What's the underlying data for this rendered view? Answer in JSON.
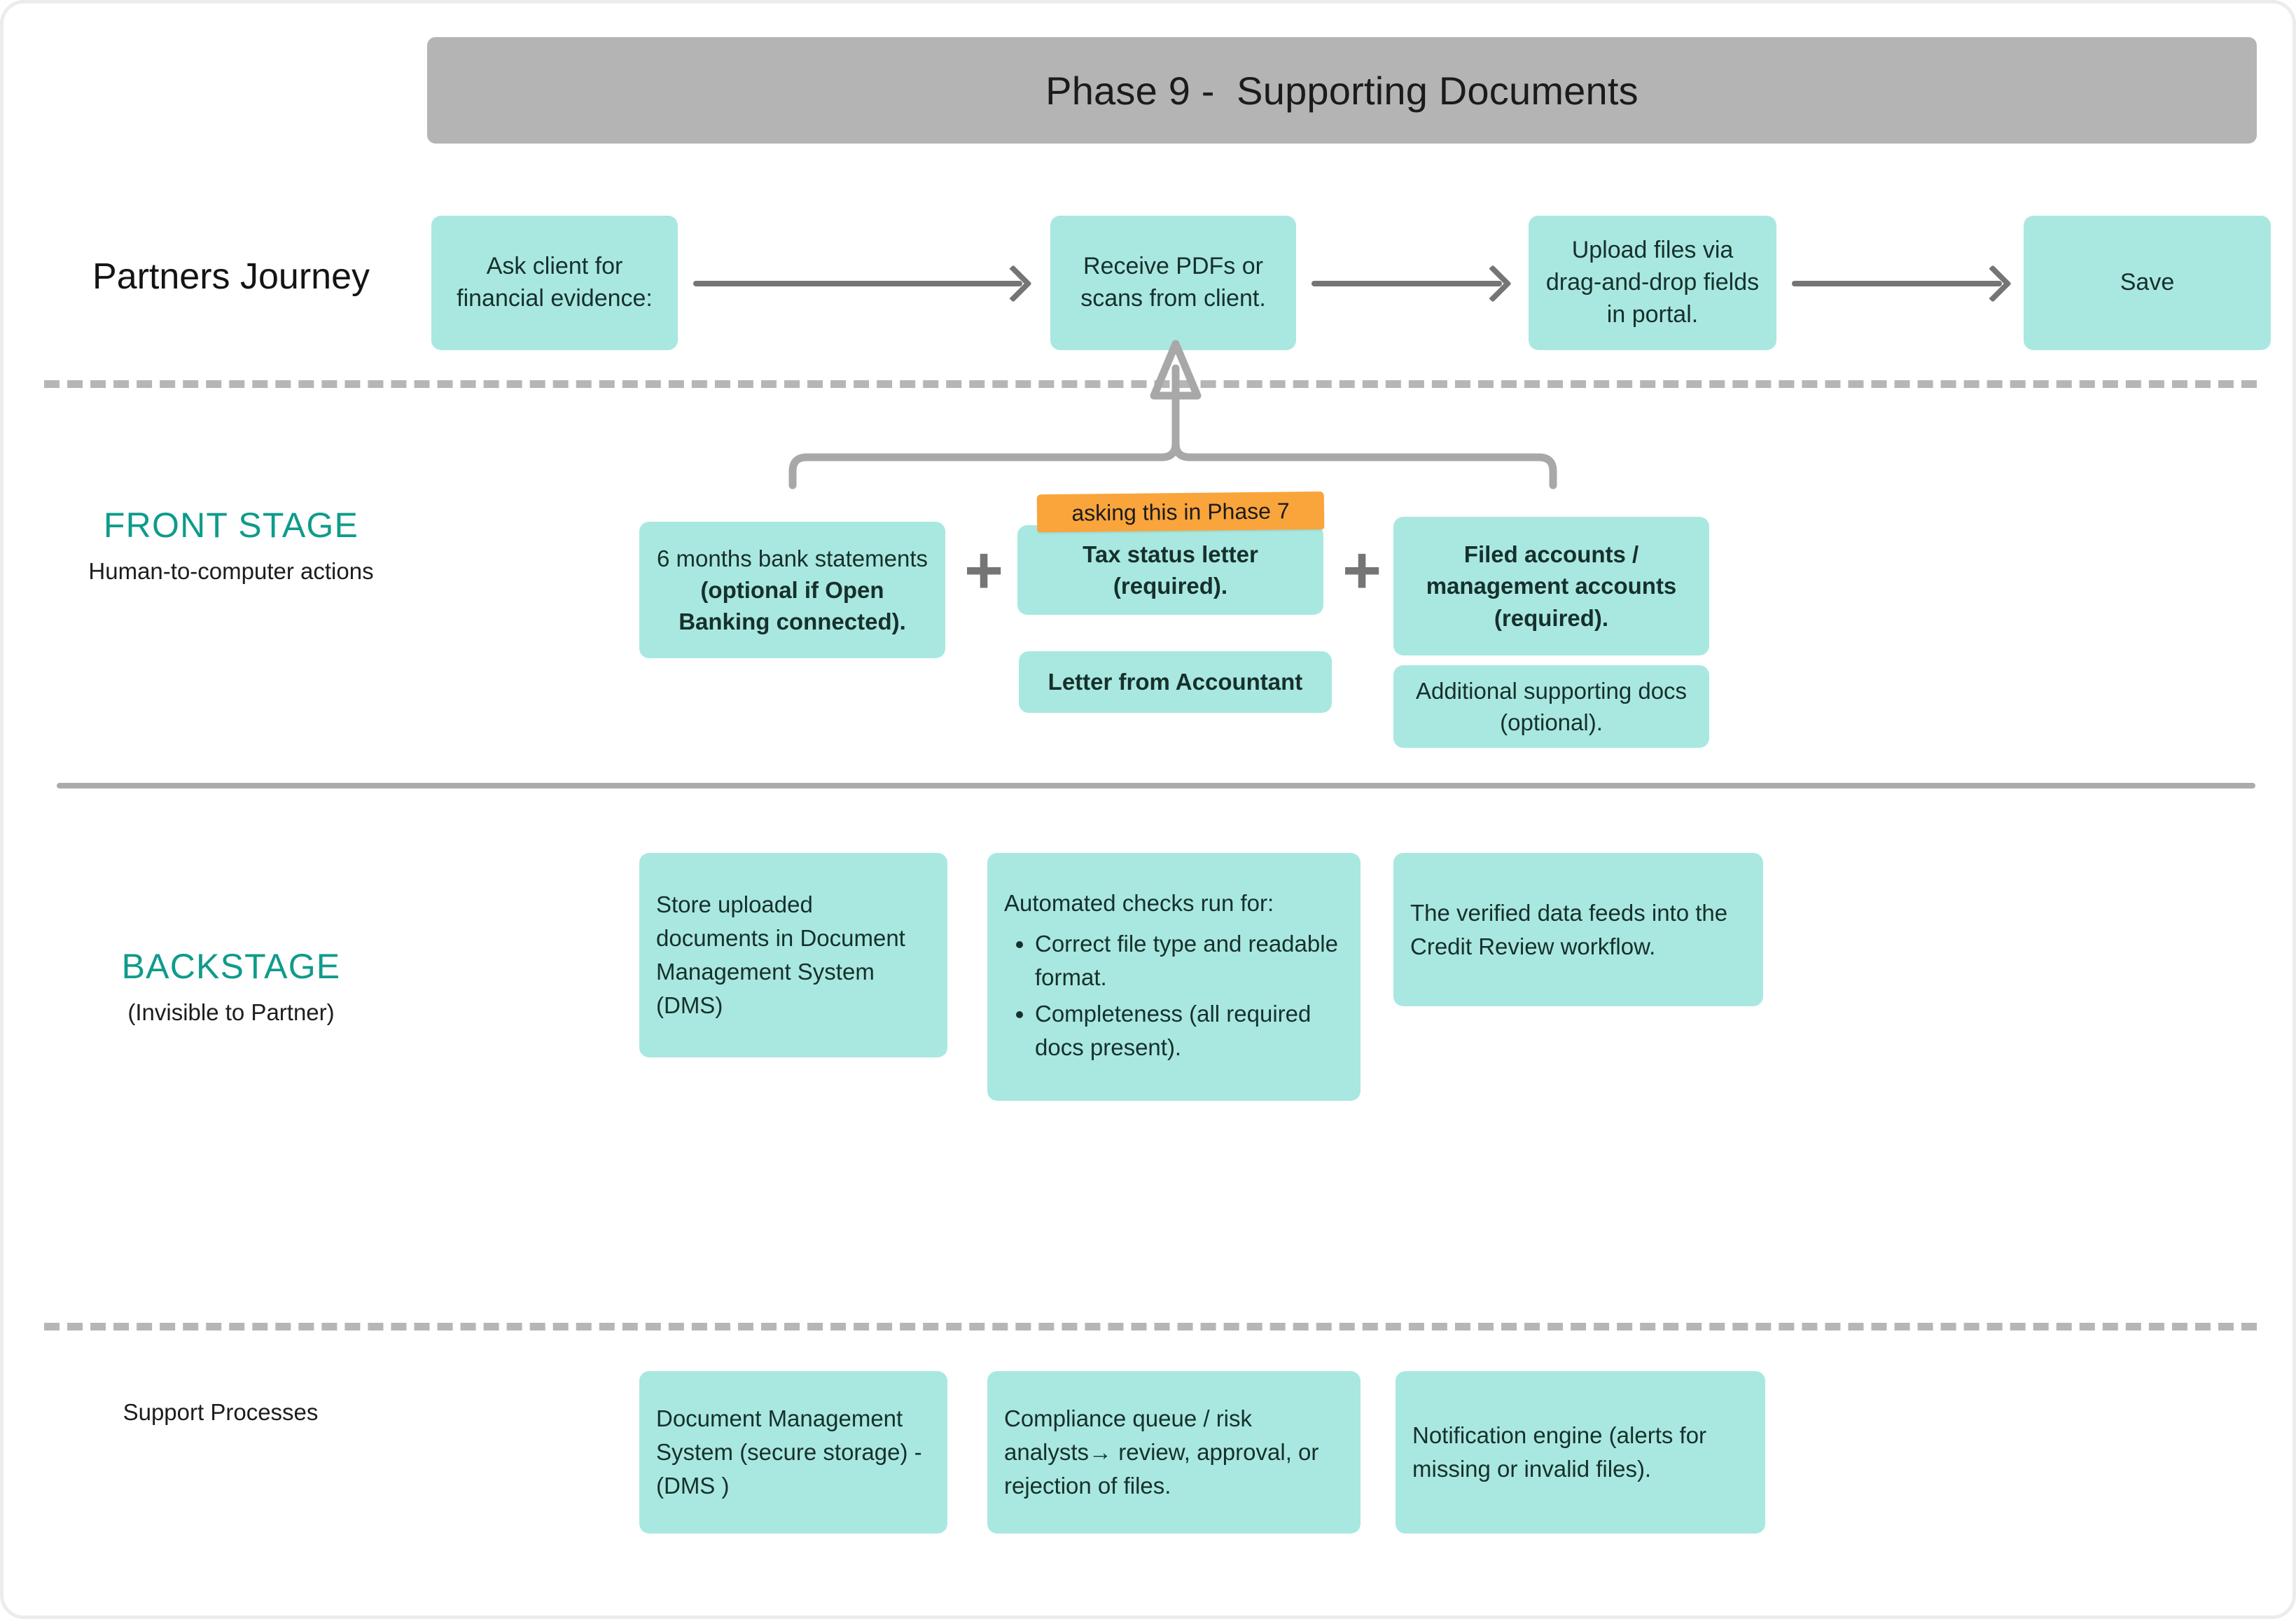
{
  "header": {
    "title": "Phase 9 -  Supporting Documents"
  },
  "rows": {
    "partners": {
      "label": "Partners Journey"
    },
    "front_stage": {
      "heading": "FRONT STAGE",
      "subtitle": "Human-to-computer actions"
    },
    "backstage": {
      "heading": "BACKSTAGE",
      "subtitle": "(Invisible to Partner)"
    },
    "support": {
      "label": "Support Processes"
    }
  },
  "partners_journey": {
    "steps": [
      {
        "text": "Ask client for financial evidence:"
      },
      {
        "text": "Receive PDFs or scans from client."
      },
      {
        "text": "Upload files via drag-and-drop fields in portal."
      },
      {
        "text": "Save"
      }
    ]
  },
  "front_stage": {
    "sticky_note": "asking this in Phase 7",
    "plus_symbol": "+",
    "cards": [
      {
        "normal": "6 months bank statements ",
        "bold": "(optional if Open Banking connected)."
      },
      {
        "normal": "",
        "bold": "Tax status letter (required)."
      },
      {
        "normal": "",
        "bold": "Letter from Accountant"
      },
      {
        "normal": "",
        "bold": "Filed accounts / management accounts (required)."
      },
      {
        "normal": "Additional supporting docs (optional).",
        "bold": ""
      }
    ]
  },
  "backstage": {
    "cards": [
      {
        "text": "Store uploaded documents in Document Management System (DMS)"
      },
      {
        "text": "Automated checks run for:",
        "bullets": [
          "Correct file type and readable format.",
          "Completeness (all required docs present)."
        ]
      },
      {
        "text": "The verified data feeds into the Credit Review workflow."
      }
    ]
  },
  "support_processes": {
    "cards": [
      {
        "text": "Document Management System (secure storage) - (DMS )"
      },
      {
        "text": "Compliance queue / risk analysts→ review, approval, or rejection of files."
      },
      {
        "text": "Notification engine (alerts for missing or invalid files)."
      }
    ]
  },
  "colors": {
    "card_teal": "#a9e8e0",
    "banner_gray": "#b4b4b4",
    "sticky_orange": "#f9a53c",
    "heading_teal": "#0f9b8b",
    "connector_gray": "#a8a8a8",
    "arrow_gray": "#757575"
  }
}
